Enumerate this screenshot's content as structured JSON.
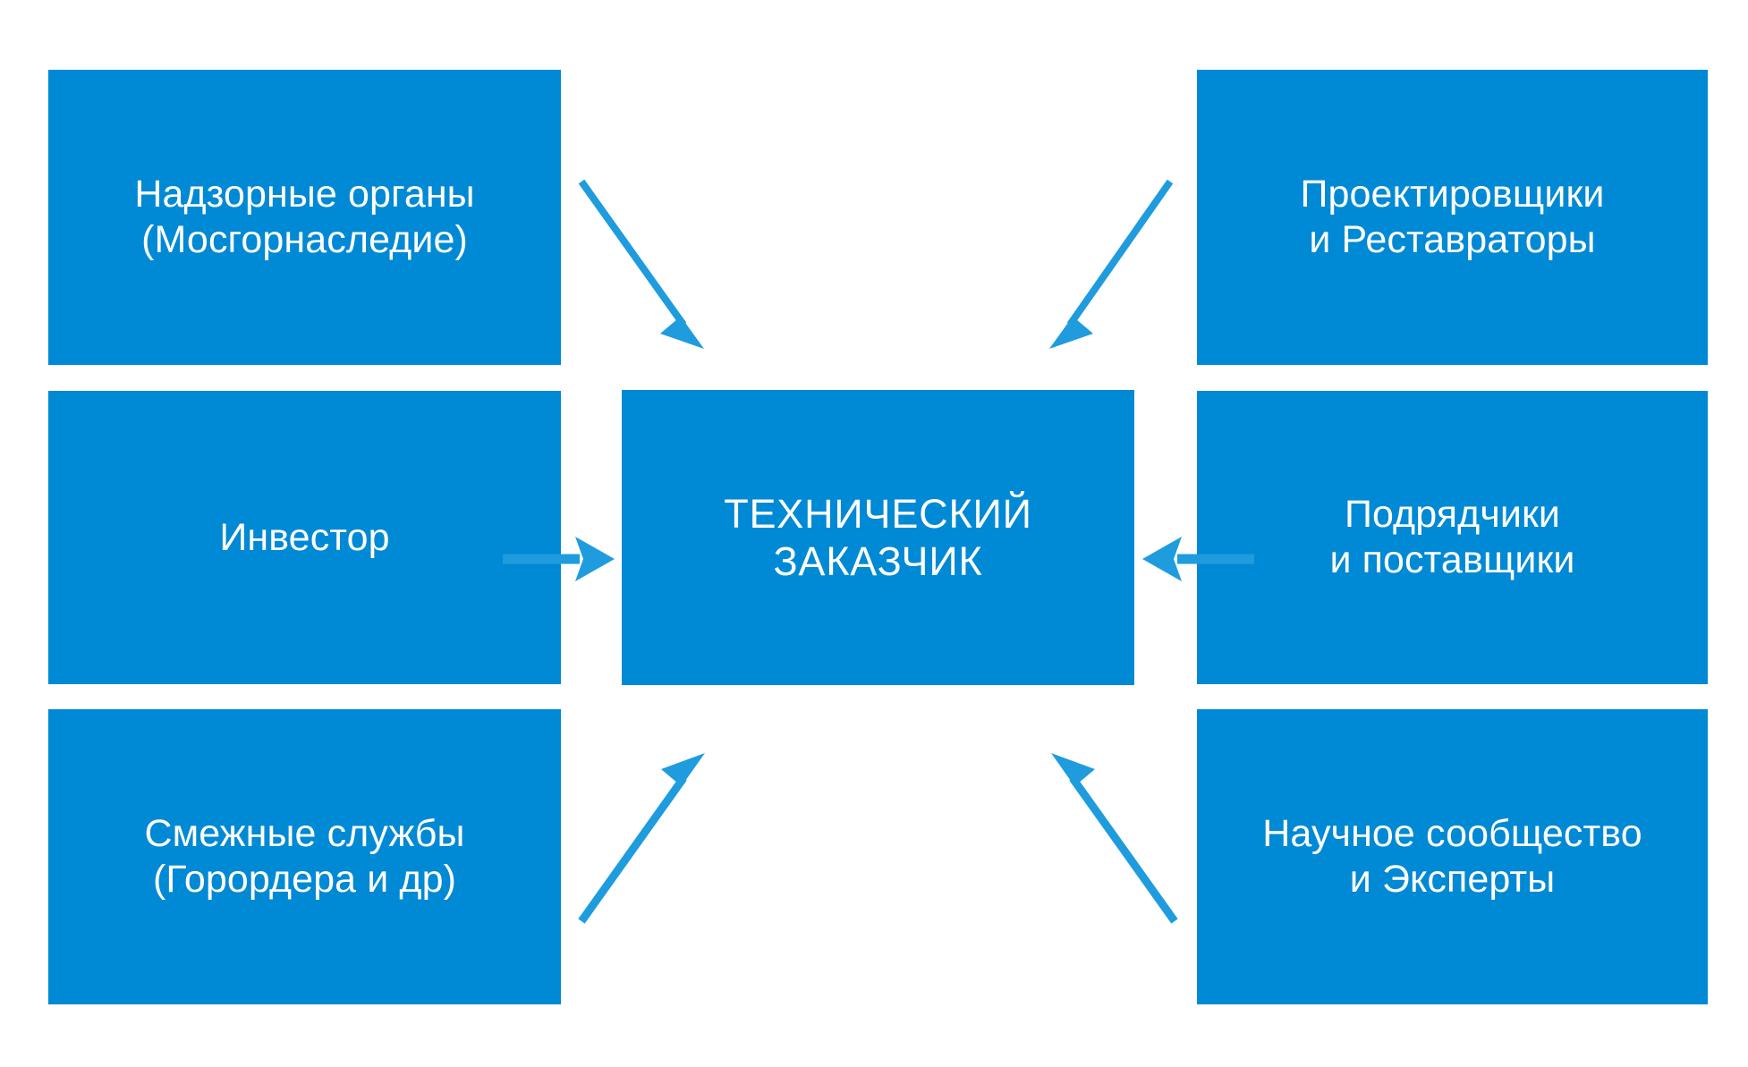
{
  "diagram": {
    "title_node": {
      "id": "center",
      "label": "ТЕХНИЧЕСКИЙ\nЗАКАЗЧИК"
    },
    "background_color": "#ffffff",
    "node_fill_color": "#0089d4",
    "node_text_color": "#ffffff",
    "arrow_color": "#1e9cde",
    "nodes": [
      {
        "id": "supervisory-bodies",
        "label": "Надзорные органы\n(Мосгорнаследие)",
        "position": "top-left"
      },
      {
        "id": "designers-restorers",
        "label": "Проектировщики\nи Реставраторы",
        "position": "top-right"
      },
      {
        "id": "investor",
        "label": "Инвестор",
        "position": "middle-left"
      },
      {
        "id": "contractors-suppliers",
        "label": "Подрядчики\nи поставщики",
        "position": "middle-right"
      },
      {
        "id": "adjacent-services",
        "label": "Смежные службы\n(Горордера и др)",
        "position": "bottom-left"
      },
      {
        "id": "scientific-community",
        "label": "Научное сообщество\nи Эксперты",
        "position": "bottom-right"
      }
    ],
    "connections": [
      {
        "id": "supervisory-to-center",
        "from": "supervisory-bodies",
        "to": "center",
        "direction": "diagonal-down-right"
      },
      {
        "id": "designers-to-center",
        "from": "designers-restorers",
        "to": "center",
        "direction": "diagonal-down-left"
      },
      {
        "id": "investor-to-center",
        "from": "investor",
        "to": "center",
        "direction": "right"
      },
      {
        "id": "contractors-to-center",
        "from": "contractors-suppliers",
        "to": "center",
        "direction": "left"
      },
      {
        "id": "adjacent-to-center",
        "from": "adjacent-services",
        "to": "center",
        "direction": "diagonal-up-right"
      },
      {
        "id": "scientific-to-center",
        "from": "scientific-community",
        "to": "center",
        "direction": "diagonal-up-left"
      }
    ]
  }
}
